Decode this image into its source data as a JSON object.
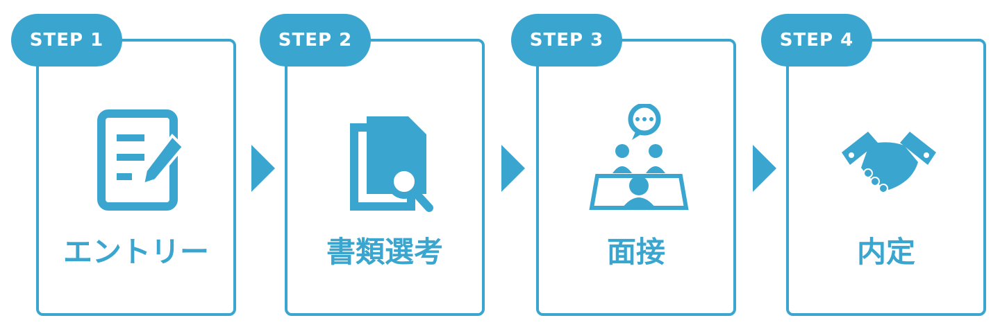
{
  "accent_color": "#3aa6d0",
  "steps": [
    {
      "badge": "STEP 1",
      "label": "エントリー",
      "icon": "pencil-document-icon"
    },
    {
      "badge": "STEP 2",
      "label": "書類選考",
      "icon": "document-search-icon"
    },
    {
      "badge": "STEP 3",
      "label": "面接",
      "icon": "interview-icon"
    },
    {
      "badge": "STEP 4",
      "label": "内定",
      "icon": "handshake-icon"
    }
  ],
  "arrow_icon": "arrow-right-icon"
}
